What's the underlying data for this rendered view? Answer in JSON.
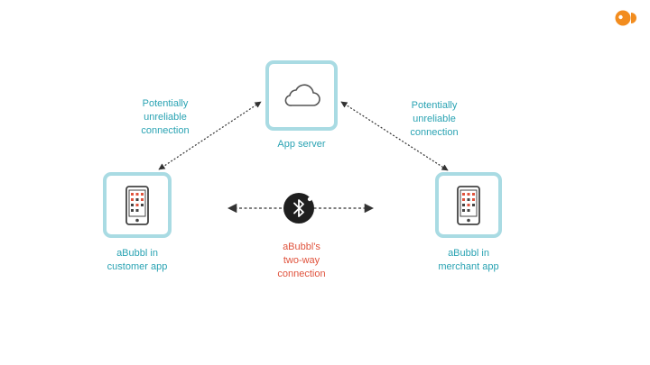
{
  "nodes": {
    "server": {
      "label": "App server",
      "icon": "cloud-icon"
    },
    "customer": {
      "label": "aBubbl in\ncustomer app",
      "icon": "phone-icon"
    },
    "merchant": {
      "label": "aBubbl in\nmerchant app",
      "icon": "phone-icon"
    }
  },
  "edges": {
    "left": {
      "label": "Potentially\nunreliable\nconnection"
    },
    "right": {
      "label": "Potentially\nunreliable\nconnection"
    },
    "bluetooth": {
      "label": "aBubbl's\ntwo-way\nconnection",
      "icon": "bluetooth-icon"
    }
  },
  "logo": {
    "icon": "abubbl-logo-icon"
  },
  "colors": {
    "tile_border": "#a9dbe3",
    "label": "#2aa3b3",
    "accent": "#e0533d",
    "logo": "#f28c1e"
  }
}
